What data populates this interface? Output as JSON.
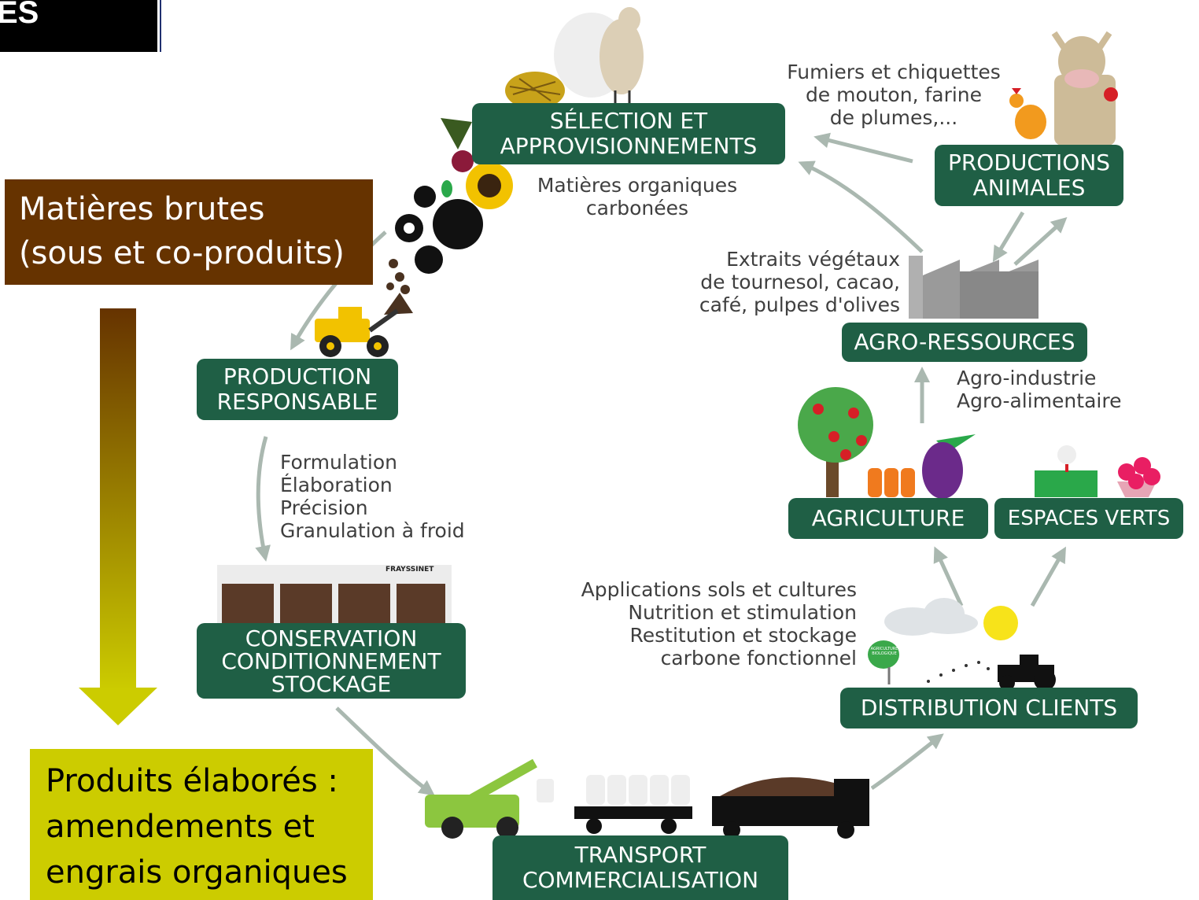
{
  "corner": {
    "text": "ES"
  },
  "left_panel": {
    "raw_materials": {
      "line1": "Matières brutes",
      "line2": "(sous et co-produits)"
    },
    "finished_products": {
      "line1": "Produits élaborés :",
      "line2": "amendements et",
      "line3": "engrais organiques"
    },
    "arrow_colors": {
      "top": "#663300",
      "bottom": "#cccc00"
    }
  },
  "nodes": {
    "selection": {
      "line1": "SÉLECTION ET",
      "line2": "APPROVISIONNEMENTS"
    },
    "production_animales": {
      "line1": "PRODUCTIONS",
      "line2": "ANIMALES"
    },
    "production_responsable": {
      "line1": "PRODUCTION",
      "line2": "RESPONSABLE"
    },
    "agro_ressources": {
      "line1": "AGRO-RESSOURCES"
    },
    "agriculture": {
      "line1": "AGRICULTURE"
    },
    "espaces_verts": {
      "line1": "ESPACES VERTS"
    },
    "conservation": {
      "line1": "CONSERVATION",
      "line2": "CONDITIONNEMENT",
      "line3": "STOCKAGE"
    },
    "distribution": {
      "line1": "DISTRIBUTION CLIENTS"
    },
    "transport": {
      "line1": "TRANSPORT",
      "line2": "COMMERCIALISATION"
    }
  },
  "notes": {
    "matieres_organiques": {
      "line1": "Matières organiques",
      "line2": "carbonées"
    },
    "fumiers": {
      "line1": "Fumiers et chiquettes",
      "line2": "de mouton, farine",
      "line3": "de plumes,..."
    },
    "extraits": {
      "line1": "Extraits végétaux",
      "line2": "de tournesol, cacao,",
      "line3": "café, pulpes d'olives"
    },
    "agro_industrie": {
      "line1": "Agro-industrie",
      "line2": "Agro-alimentaire"
    },
    "formulation": {
      "line1": "Formulation",
      "line2": "Élaboration",
      "line3": "Précision",
      "line4": "Granulation à froid"
    },
    "applications": {
      "line1": "Applications sols et cultures",
      "line2": "Nutrition et stimulation",
      "line3": "Restitution et stockage",
      "line4": "carbone fonctionnel"
    }
  },
  "illustrations": {
    "brand_label": "FRAYSSINET",
    "sign_label": "AGRICULTURE BIOLOGIQUE"
  },
  "colors": {
    "node_bg": "#1f5f45",
    "arrow": "#aab8b0",
    "text": "#3f3f3f"
  },
  "icons": [
    "sheep-icon",
    "cow-icon",
    "rooster-icon",
    "sunflower-icon",
    "gear-icon",
    "beet-icon",
    "cocoa-pod-icon",
    "nest-icon",
    "loader-icon",
    "factory-icon",
    "apple-tree-icon",
    "carrot-icon",
    "grape-icon",
    "golf-ball-icon",
    "flower-icon",
    "storage-bins-icon",
    "cloud-icon",
    "sun-icon",
    "tractor-icon",
    "telehandler-icon",
    "truck-icon",
    "sign-icon"
  ]
}
